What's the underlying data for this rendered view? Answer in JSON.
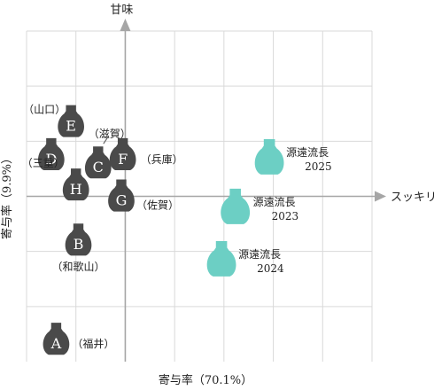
{
  "chart_data": {
    "type": "scatter",
    "xlabel": "寄与率（70.1%）",
    "ylabel": "寄与率（9.9%）",
    "x_axis_end_label": "スッキリ",
    "y_axis_end_label": "甘味",
    "xlim": [
      -2,
      5
    ],
    "ylim": [
      -3,
      3
    ],
    "grid": true,
    "colors": {
      "benchmark": "#4a4a4a",
      "highlight": "#6ccfc4",
      "grid": "#d9d9d9",
      "axis": "#a6a6a6"
    },
    "points": [
      {
        "letter": "A",
        "name": "（福井）",
        "x": -1.4,
        "y": -2.6,
        "group": "benchmark"
      },
      {
        "letter": "B",
        "name": "（和歌山）",
        "x": -0.95,
        "y": -0.8,
        "group": "benchmark"
      },
      {
        "letter": "C",
        "name": "（滋賀）",
        "x": -0.55,
        "y": 0.6,
        "group": "benchmark"
      },
      {
        "letter": "D",
        "name": "",
        "x": -1.5,
        "y": 0.75,
        "group": "benchmark"
      },
      {
        "letter": "E",
        "name": "（山口）",
        "x": -1.1,
        "y": 1.35,
        "group": "benchmark"
      },
      {
        "letter": "F",
        "name": "（兵庫）",
        "x": -0.05,
        "y": 0.75,
        "group": "benchmark"
      },
      {
        "letter": "G",
        "name": "（佐賀）",
        "x": -0.08,
        "y": 0.0,
        "group": "benchmark"
      },
      {
        "letter": "H",
        "name": "（三重）",
        "x": -1.0,
        "y": 0.2,
        "group": "benchmark"
      },
      {
        "letter": "",
        "name": "源遠流長",
        "sub": "2025",
        "x": 2.92,
        "y": 0.7,
        "group": "highlight"
      },
      {
        "letter": "",
        "name": "源遠流長",
        "sub": "2023",
        "x": 2.23,
        "y": -0.2,
        "group": "highlight"
      },
      {
        "letter": "",
        "name": "源遠流長",
        "sub": "2024",
        "x": 1.95,
        "y": -1.15,
        "group": "highlight"
      }
    ]
  }
}
